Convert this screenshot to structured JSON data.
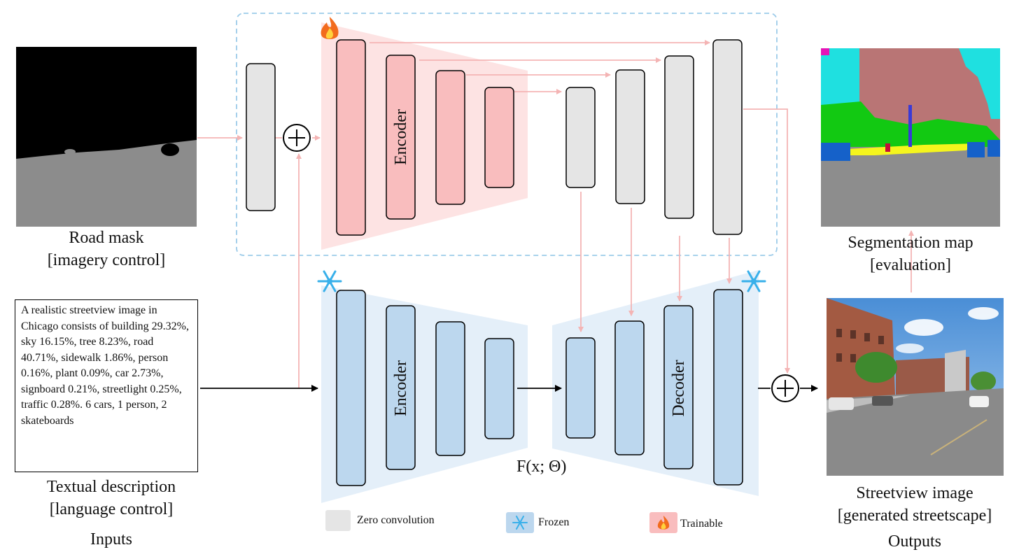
{
  "inputs": {
    "road_mask_title": "Road mask",
    "road_mask_subtitle": "[imagery control]",
    "text_title": "Textual description",
    "text_subtitle": "[language control]",
    "description": "A realistic streetview image in Chicago consists of building 29.32%, sky 16.15%, tree 8.23%, road 40.71%, sidewalk 1.86%, person 0.16%, plant 0.09%, car 2.73%, signboard 0.21%, streetlight 0.25%, traffic 0.28%. 6 cars, 1 person, 2 skateboards",
    "group_label": "Inputs"
  },
  "network": {
    "trainable_encoder_label": "Encoder",
    "frozen_encoder_label": "Encoder",
    "frozen_decoder_label": "Decoder",
    "function_label": "F(x; Θ)",
    "trainable_icon": "fire-icon",
    "frozen_icon": "snowflake-icon",
    "add_icon": "circle-plus-icon"
  },
  "outputs": {
    "seg_title": "Segmentation map",
    "seg_subtitle": "[evaluation]",
    "street_title": "Streetview image",
    "street_subtitle": "[generated streetscape]",
    "group_label": "Outputs"
  },
  "legend": {
    "zero_conv": "Zero convolution",
    "frozen": "Frozen",
    "trainable": "Trainable"
  },
  "colors": {
    "trainable_fill": "#f9bdbe",
    "trainable_bg": "#fde3e3",
    "frozen_fill": "#bcd7ee",
    "frozen_bg": "#e4eff9",
    "zero_conv_fill": "#e5e5e5",
    "connector": "#f4b4b4",
    "dashed_border": "#9ccbe9"
  }
}
